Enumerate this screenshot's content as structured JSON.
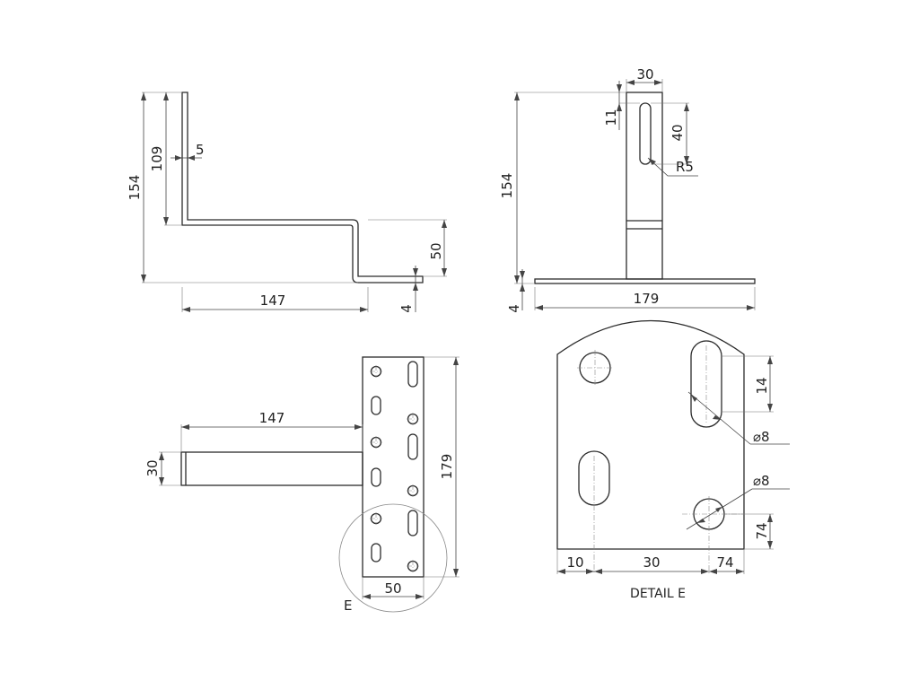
{
  "views": {
    "side": {
      "height_total": "154",
      "height_upper": "109",
      "thickness": "5",
      "offset_height": "50",
      "length": "147",
      "foot_thickness": "4"
    },
    "front": {
      "width_top": "30",
      "slot_offset": "11",
      "slot_length": "40",
      "slot_radius": "R5",
      "height_total": "154",
      "base_width": "179",
      "base_thickness": "4"
    },
    "top": {
      "arm_length": "147",
      "arm_width": "30",
      "plate_height": "179",
      "plate_width": "50",
      "detail_marker": "E"
    },
    "detail": {
      "slot_length": "14",
      "slot_diameter": "⌀8",
      "hole_diameter": "⌀8",
      "hole_offset_vertical": "74",
      "dim_left": "10",
      "dim_middle": "30",
      "dim_right": "74",
      "title": "DETAIL E"
    }
  }
}
